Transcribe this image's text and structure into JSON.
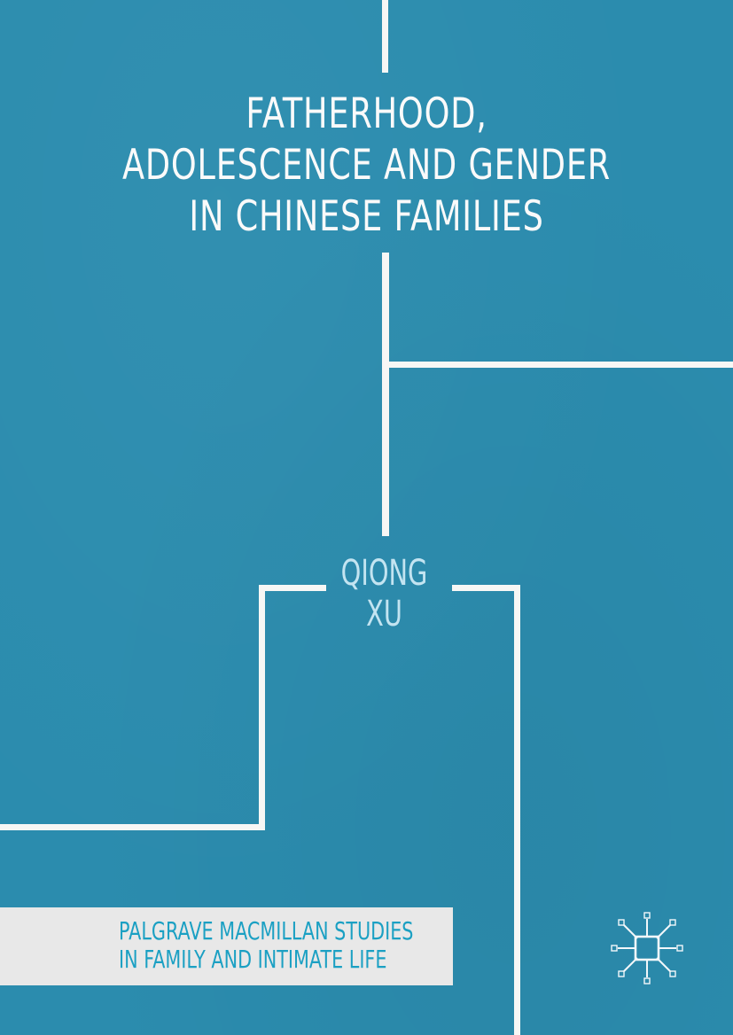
{
  "book": {
    "title_lines": [
      "FATHERHOOD,",
      "ADOLESCENCE AND GENDER",
      "IN CHINESE FAMILIES"
    ],
    "author_lines": [
      "QIONG",
      "XU"
    ],
    "series_lines": [
      "PALGRAVE MACMILLAN STUDIES",
      "IN FAMILY AND INTIMATE LIFE"
    ],
    "publisher_logo": "palgrave-logo-icon"
  },
  "colors": {
    "background": "#2b8cae",
    "lines": "#f7f7f5",
    "title_text": "#fafafa",
    "author_text": "#c3e4f1",
    "series_band": "#e8e8e8",
    "series_text": "#1ba0c3"
  }
}
